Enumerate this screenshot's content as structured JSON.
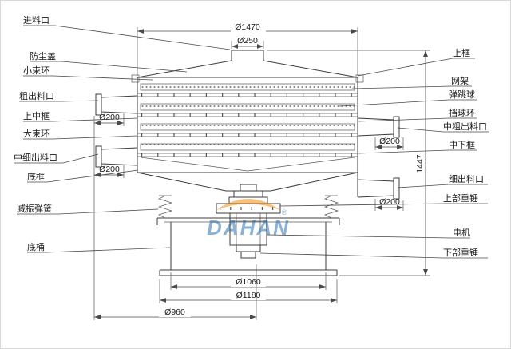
{
  "drawing": {
    "labels_left": [
      "进料口",
      "防尘盖",
      "小束环",
      "粗出料口",
      "上中框",
      "大束环",
      "中细出料口",
      "底框",
      "减振弹簧",
      "底桶"
    ],
    "labels_right": [
      "上框",
      "网架",
      "弹跳球",
      "挡球环",
      "中粗出料口",
      "中下框",
      "细出料口",
      "上部重锤",
      "电机",
      "下部重锤"
    ],
    "dims": {
      "top_width": "Ø1470",
      "inlet_diameter": "Ø250",
      "outlet_left_upper": "Ø200",
      "outlet_left_lower": "Ø200",
      "outlet_right_upper": "Ø200",
      "outlet_right_lower": "Ø200",
      "overall_height": "1447",
      "base_diameter_inner": "Ø1060",
      "base_diameter_outer": "Ø1180",
      "base_bottom_width": "Ø960"
    },
    "watermark": {
      "brand": "DAHAN",
      "registered_mark": "®",
      "orange": "#f08300",
      "blue": "#1868b0"
    }
  }
}
